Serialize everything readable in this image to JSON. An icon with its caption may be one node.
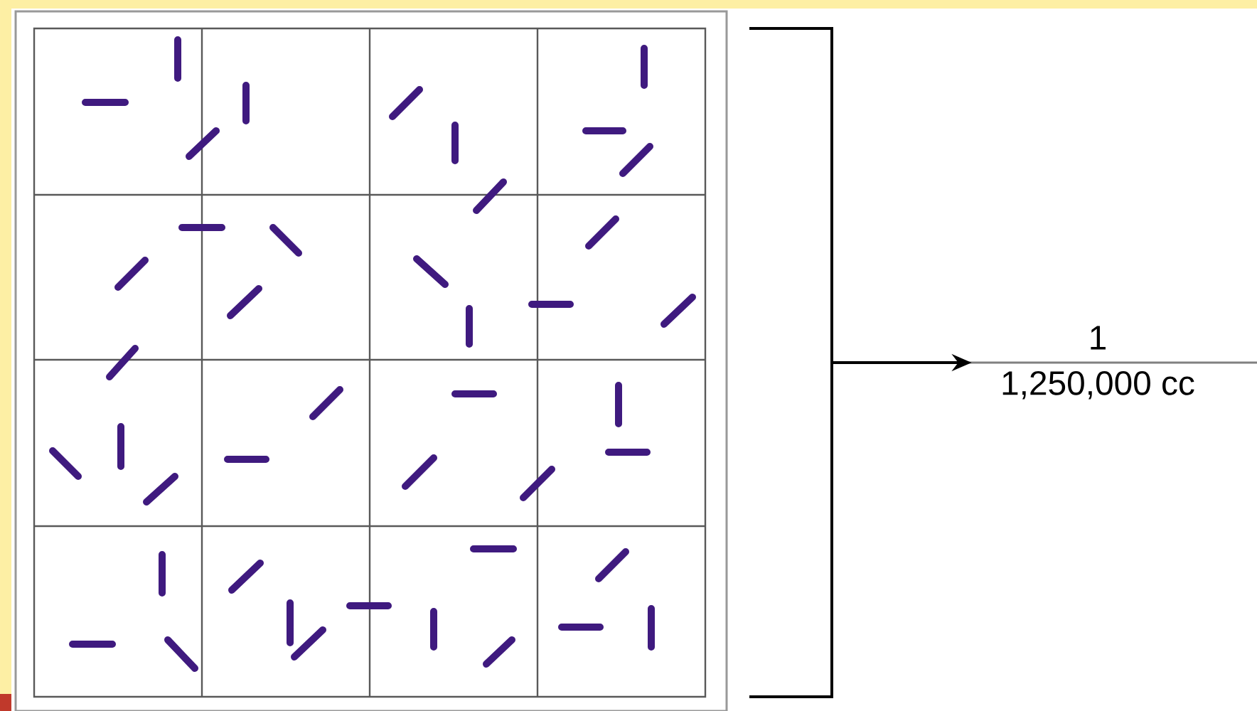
{
  "diagram": {
    "nodes": [
      {
        "text": [],
        "shape": "box"
      },
      {
        "text": [
          "1",
          "1,250,000 cc"
        ]
      }
    ],
    "edges": [
      {
        "from": 0,
        "to": 1,
        "arrow": "to"
      }
    ]
  }
}
